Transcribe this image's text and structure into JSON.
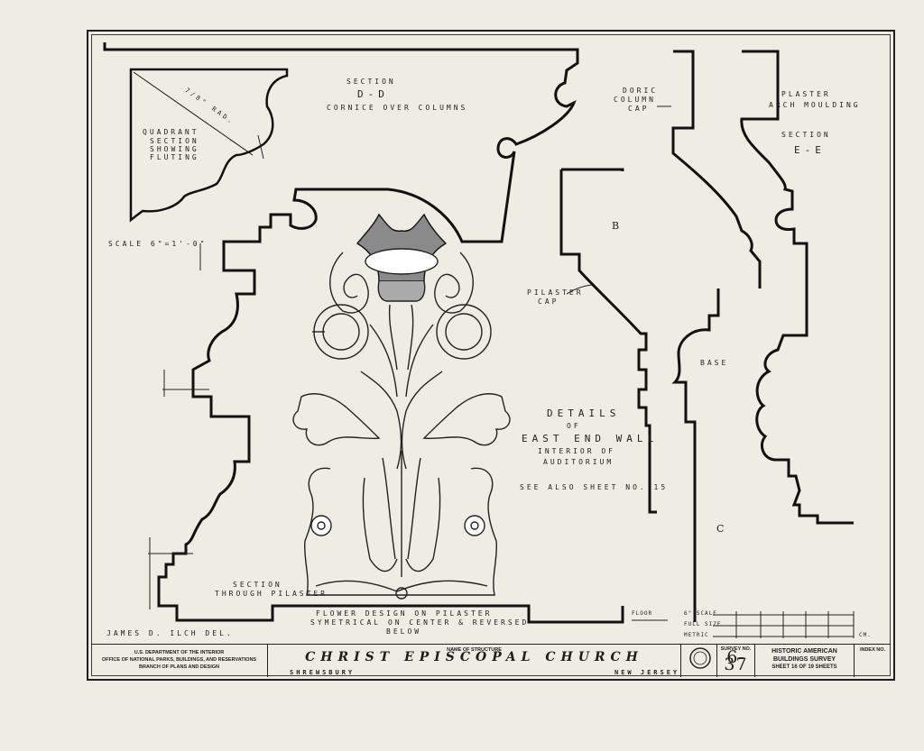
{
  "labels": {
    "section_dd_title": "SECTION",
    "section_dd_letter": "D-D",
    "section_dd_sub": "CORNICE OVER COLUMNS",
    "quadrant": [
      "QUADRANT",
      "SECTION",
      "SHOWING",
      "FLUTING"
    ],
    "quadrant_dim": "7/8\" RAD.",
    "scale": "SCALE 6\"=1'-0\"",
    "doric_cap": [
      "DORIC",
      "COLUMN",
      "CAP"
    ],
    "plaster_arch": [
      "PLASTER",
      "ARCH MOULDING"
    ],
    "section_ee_title": "SECTION",
    "section_ee_letter": "E-E",
    "label_b": "B",
    "pilaster_cap": [
      "PILASTER",
      "CAP"
    ],
    "base": "BASE",
    "label_c": "C",
    "details": [
      "DETAILS",
      "OF",
      "EAST END WALL",
      "INTERIOR OF",
      "AUDITORIUM"
    ],
    "see_also": "SEE ALSO SHEET NO. 15",
    "section_thru_pilaster": [
      "SECTION",
      "THROUGH PILASTER"
    ],
    "flower_note": [
      "FLOWER DESIGN ON PILASTER",
      "SYMETRICAL ON CENTER & REVERSED",
      "BELOW"
    ],
    "floor": "FLOOR",
    "scale_rows": [
      "6\" SCALE",
      "FULL SIZE",
      "METRIC"
    ],
    "scale_cm": "CM.",
    "delineator": "JAMES D. ILCH   DEL."
  },
  "titleblock": {
    "dept_line1": "U.S. DEPARTMENT OF THE INTERIOR",
    "dept_line2": "OFFICE OF NATIONAL PARKS, BUILDINGS, AND RESERVATIONS",
    "dept_line3": "BRANCH OF PLANS AND DESIGN",
    "name_caption": "NAME OF STRUCTURE",
    "structure_name": "CHRIST EPISCOPAL CHURCH",
    "town": "SHREWSBURY",
    "state": "NEW JERSEY",
    "survey_caption": "SURVEY NO.",
    "survey_no": "6-37",
    "habs_line1": "HISTORIC AMERICAN",
    "habs_line2": "BUILDINGS SURVEY",
    "sheet_text": "SHEET 16 OF 19 SHEETS",
    "index_caption": "INDEX NO."
  }
}
